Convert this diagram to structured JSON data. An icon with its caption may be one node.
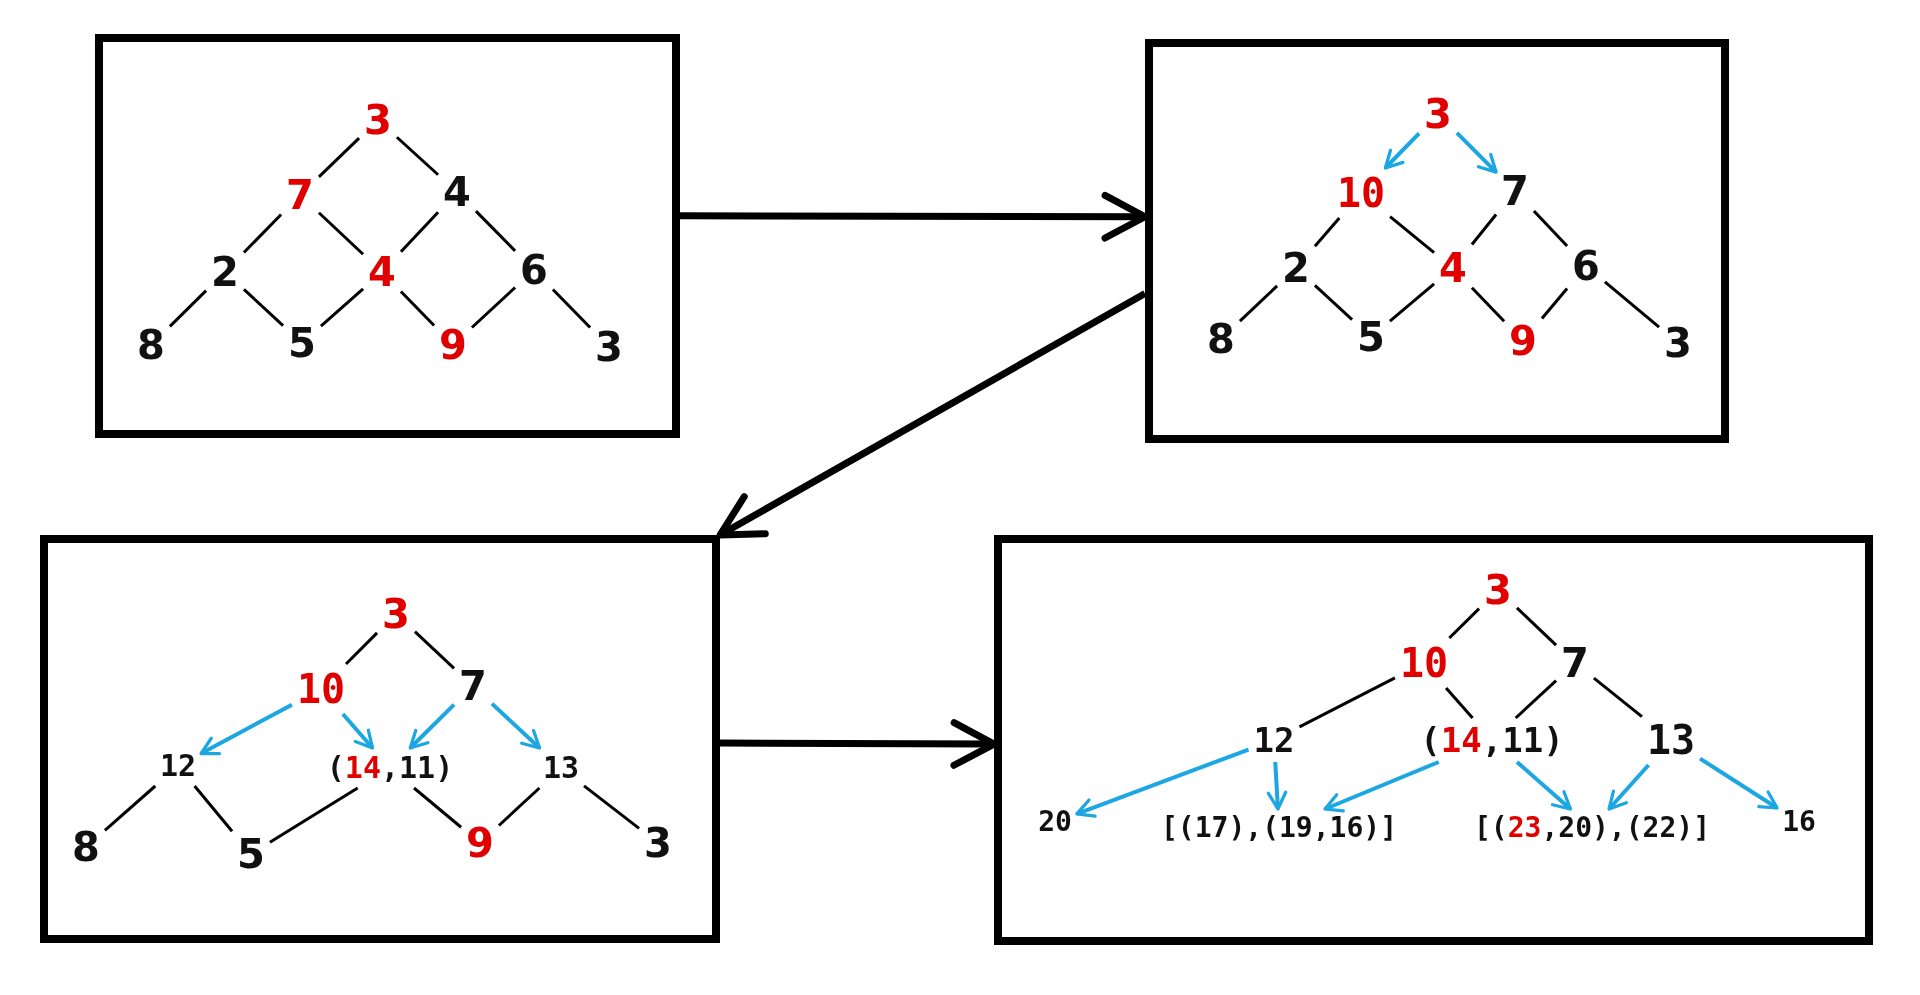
{
  "diagram": {
    "nodes": [
      {
        "text": [],
        "shape": "box"
      },
      {
        "text": [
          "**3**"
        ],
        "in": 0
      },
      {
        "text": [
          "**7**"
        ],
        "in": 0
      },
      {
        "text": [
          "4"
        ],
        "in": 0
      },
      {
        "text": [
          "2"
        ],
        "in": 0
      },
      {
        "text": [
          "**4**"
        ],
        "in": 0
      },
      {
        "text": [
          "6"
        ],
        "in": 0
      },
      {
        "text": [
          "8"
        ],
        "in": 0
      },
      {
        "text": [
          "5"
        ],
        "in": 0
      },
      {
        "text": [
          "**9**"
        ],
        "in": 0
      },
      {
        "text": [
          "3"
        ],
        "in": 0
      },
      {
        "text": [],
        "shape": "box"
      },
      {
        "text": [
          "**3**"
        ],
        "in": 11
      },
      {
        "text": [
          "**10**"
        ],
        "in": 11
      },
      {
        "text": [
          "7"
        ],
        "in": 11
      },
      {
        "text": [
          "2"
        ],
        "in": 11
      },
      {
        "text": [
          "**4**"
        ],
        "in": 11
      },
      {
        "text": [
          "6"
        ],
        "in": 11
      },
      {
        "text": [
          "8"
        ],
        "in": 11
      },
      {
        "text": [
          "5"
        ],
        "in": 11
      },
      {
        "text": [
          "**9**"
        ],
        "in": 11
      },
      {
        "text": [
          "3"
        ],
        "in": 11
      },
      {
        "text": [],
        "shape": "box"
      },
      {
        "text": [
          "**3**"
        ],
        "in": 22
      },
      {
        "text": [
          "**10**"
        ],
        "in": 22
      },
      {
        "text": [
          "7"
        ],
        "in": 22
      },
      {
        "text": [
          "12"
        ],
        "in": 22
      },
      {
        "text": [
          "(**14**,11)"
        ],
        "in": 22
      },
      {
        "text": [
          "13"
        ],
        "in": 22
      },
      {
        "text": [
          "8"
        ],
        "in": 22
      },
      {
        "text": [
          "5"
        ],
        "in": 22
      },
      {
        "text": [
          "**9**"
        ],
        "in": 22
      },
      {
        "text": [
          "3"
        ],
        "in": 22
      },
      {
        "text": [],
        "shape": "box"
      },
      {
        "text": [
          "**3**"
        ],
        "in": 33
      },
      {
        "text": [
          "**10**"
        ],
        "in": 33
      },
      {
        "text": [
          "7"
        ],
        "in": 33
      },
      {
        "text": [
          "12"
        ],
        "in": 33
      },
      {
        "text": [
          "(**14**,11)"
        ],
        "in": 33
      },
      {
        "text": [
          "13"
        ],
        "in": 33
      },
      {
        "text": [
          "20"
        ],
        "in": 33
      },
      {
        "text": [
          "[(17),(19,16)]"
        ],
        "in": 33
      },
      {
        "text": [
          "[(**23**,20),(22)]"
        ],
        "in": 33
      },
      {
        "text": [
          "16"
        ],
        "in": 33
      }
    ],
    "edges": [
      {
        "from": 0,
        "to": 11,
        "arrow": "to",
        "style": "thick"
      },
      {
        "from": 11,
        "to": 22,
        "arrow": "to",
        "style": "thick"
      },
      {
        "from": 22,
        "to": 33,
        "arrow": "to",
        "style": "thick"
      },
      {
        "from": 1,
        "to": 2,
        "arrow": "none"
      },
      {
        "from": 1,
        "to": 3,
        "arrow": "none"
      },
      {
        "from": 2,
        "to": 4,
        "arrow": "none"
      },
      {
        "from": 2,
        "to": 5,
        "arrow": "none"
      },
      {
        "from": 3,
        "to": 5,
        "arrow": "none"
      },
      {
        "from": 3,
        "to": 6,
        "arrow": "none"
      },
      {
        "from": 4,
        "to": 7,
        "arrow": "none"
      },
      {
        "from": 4,
        "to": 8,
        "arrow": "none"
      },
      {
        "from": 5,
        "to": 8,
        "arrow": "none"
      },
      {
        "from": 5,
        "to": 9,
        "arrow": "none"
      },
      {
        "from": 6,
        "to": 9,
        "arrow": "none"
      },
      {
        "from": 6,
        "to": 10,
        "arrow": "none"
      },
      {
        "from": 12,
        "to": 13,
        "arrow": "to",
        "color": "#1ca6e2"
      },
      {
        "from": 12,
        "to": 14,
        "arrow": "to",
        "color": "#1ca6e2"
      },
      {
        "from": 13,
        "to": 15,
        "arrow": "none"
      },
      {
        "from": 13,
        "to": 16,
        "arrow": "none"
      },
      {
        "from": 14,
        "to": 16,
        "arrow": "none"
      },
      {
        "from": 14,
        "to": 17,
        "arrow": "none"
      },
      {
        "from": 15,
        "to": 18,
        "arrow": "none"
      },
      {
        "from": 15,
        "to": 19,
        "arrow": "none"
      },
      {
        "from": 16,
        "to": 19,
        "arrow": "none"
      },
      {
        "from": 16,
        "to": 20,
        "arrow": "none"
      },
      {
        "from": 17,
        "to": 20,
        "arrow": "none"
      },
      {
        "from": 17,
        "to": 21,
        "arrow": "none"
      },
      {
        "from": 23,
        "to": 24,
        "arrow": "none"
      },
      {
        "from": 23,
        "to": 25,
        "arrow": "none"
      },
      {
        "from": 24,
        "to": 26,
        "arrow": "to",
        "color": "#1ca6e2"
      },
      {
        "from": 24,
        "to": 27,
        "arrow": "to",
        "color": "#1ca6e2"
      },
      {
        "from": 25,
        "to": 27,
        "arrow": "to",
        "color": "#1ca6e2"
      },
      {
        "from": 25,
        "to": 28,
        "arrow": "to",
        "color": "#1ca6e2"
      },
      {
        "from": 26,
        "to": 29,
        "arrow": "none"
      },
      {
        "from": 26,
        "to": 30,
        "arrow": "none"
      },
      {
        "from": 27,
        "to": 30,
        "arrow": "none"
      },
      {
        "from": 27,
        "to": 31,
        "arrow": "none"
      },
      {
        "from": 28,
        "to": 31,
        "arrow": "none"
      },
      {
        "from": 28,
        "to": 32,
        "arrow": "none"
      },
      {
        "from": 34,
        "to": 35,
        "arrow": "none"
      },
      {
        "from": 34,
        "to": 36,
        "arrow": "none"
      },
      {
        "from": 35,
        "to": 37,
        "arrow": "none"
      },
      {
        "from": 35,
        "to": 38,
        "arrow": "none"
      },
      {
        "from": 36,
        "to": 38,
        "arrow": "none"
      },
      {
        "from": 36,
        "to": 39,
        "arrow": "none"
      },
      {
        "from": 37,
        "to": 40,
        "arrow": "to",
        "color": "#1ca6e2"
      },
      {
        "from": 37,
        "to": 41,
        "arrow": "to",
        "color": "#1ca6e2"
      },
      {
        "from": 38,
        "to": 41,
        "arrow": "to",
        "color": "#1ca6e2"
      },
      {
        "from": 38,
        "to": 42,
        "arrow": "to",
        "color": "#1ca6e2"
      },
      {
        "from": 39,
        "to": 42,
        "arrow": "to",
        "color": "#1ca6e2"
      },
      {
        "from": 39,
        "to": 43,
        "arrow": "to",
        "color": "#1ca6e2"
      }
    ]
  }
}
